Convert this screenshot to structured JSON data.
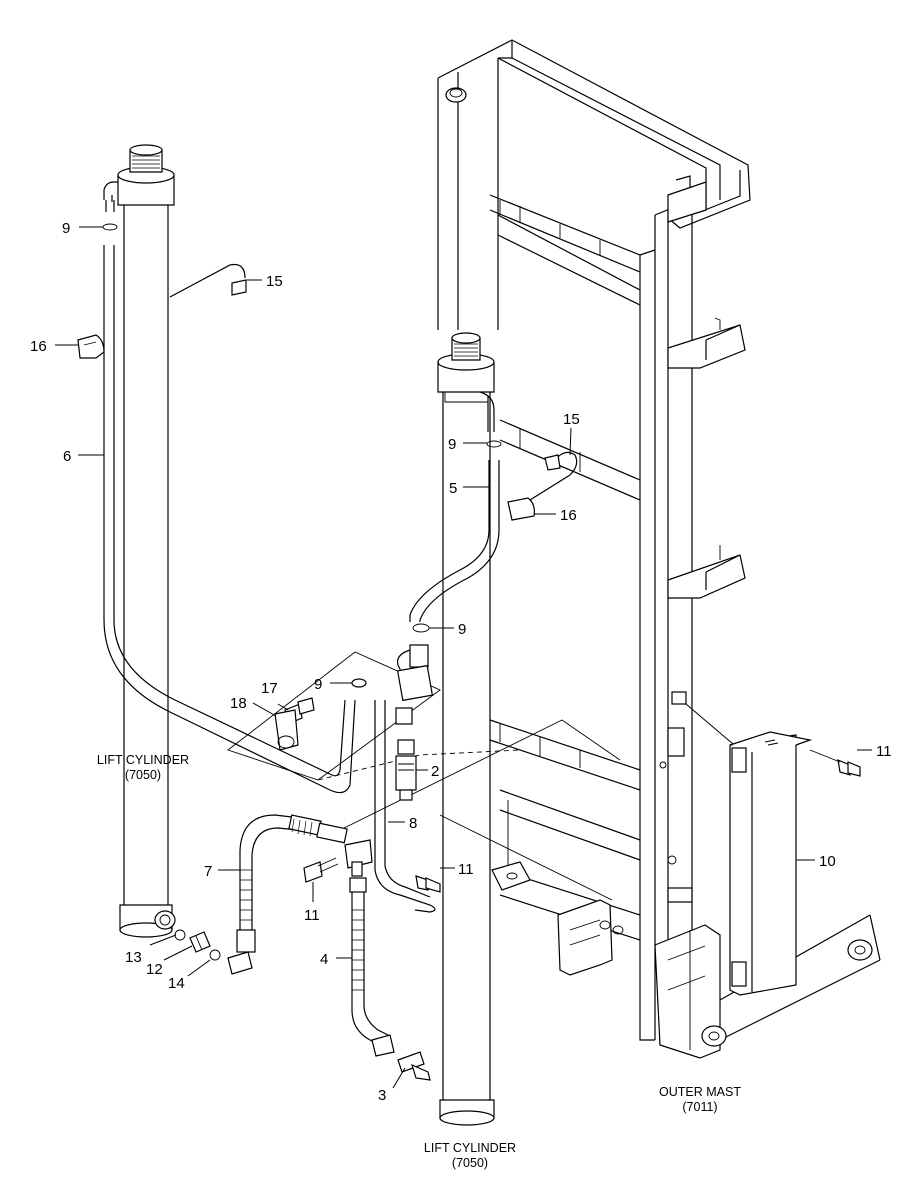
{
  "captions": {
    "lift_cylinder_left": [
      "LIFT CYLINDER",
      "(7050)"
    ],
    "lift_cylinder_bottom": [
      "LIFT CYLINDER",
      "(7050)"
    ],
    "outer_mast": [
      "OUTER MAST",
      "(7011)"
    ]
  },
  "callouts": [
    {
      "id": "c9a",
      "num": "9"
    },
    {
      "id": "c15a",
      "num": "15"
    },
    {
      "id": "c16a",
      "num": "16"
    },
    {
      "id": "c6",
      "num": "6"
    },
    {
      "id": "c9b",
      "num": "9"
    },
    {
      "id": "c15b",
      "num": "15"
    },
    {
      "id": "c5",
      "num": "5"
    },
    {
      "id": "c16b",
      "num": "16"
    },
    {
      "id": "c9c",
      "num": "9"
    },
    {
      "id": "c9d",
      "num": "9"
    },
    {
      "id": "c17",
      "num": "17"
    },
    {
      "id": "c18",
      "num": "18"
    },
    {
      "id": "c2",
      "num": "2"
    },
    {
      "id": "c11a",
      "num": "11"
    },
    {
      "id": "c8",
      "num": "8"
    },
    {
      "id": "c7",
      "num": "7"
    },
    {
      "id": "c11b",
      "num": "11"
    },
    {
      "id": "c11c",
      "num": "11"
    },
    {
      "id": "c10",
      "num": "10"
    },
    {
      "id": "c4",
      "num": "4"
    },
    {
      "id": "c13",
      "num": "13"
    },
    {
      "id": "c12",
      "num": "12"
    },
    {
      "id": "c14",
      "num": "14"
    },
    {
      "id": "c3",
      "num": "3"
    }
  ]
}
